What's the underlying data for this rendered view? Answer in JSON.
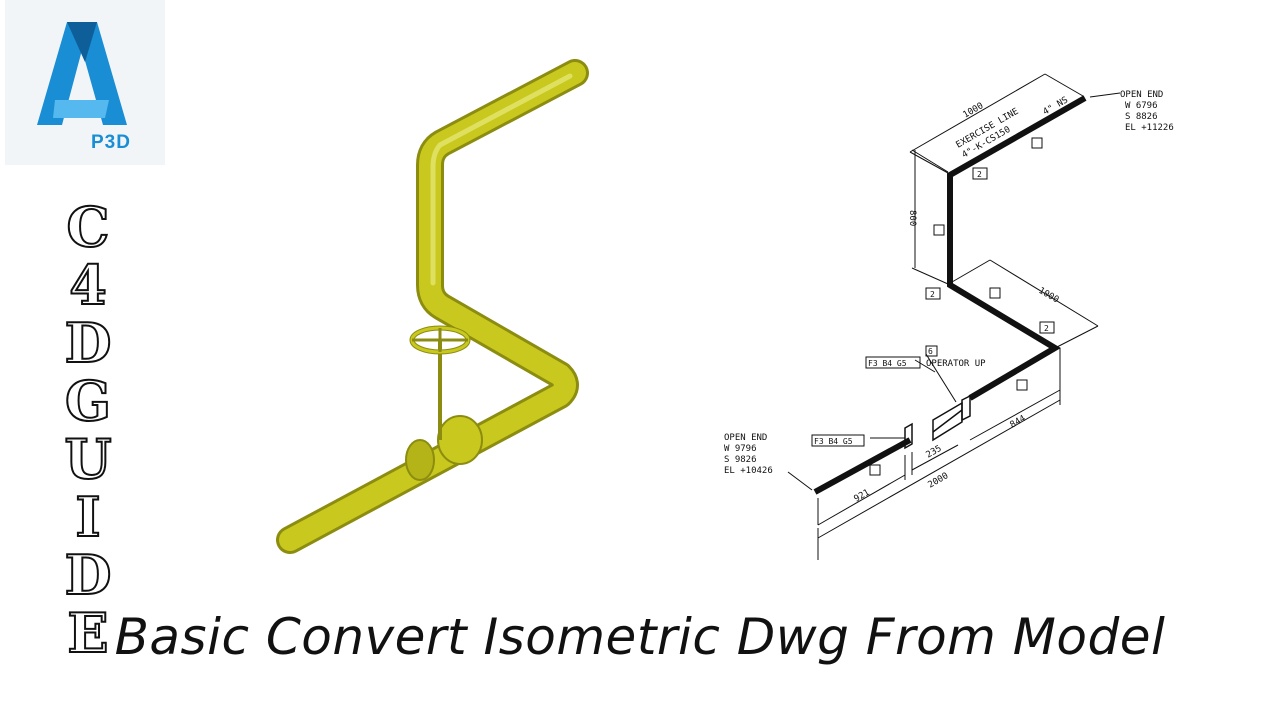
{
  "logo": {
    "text": "P3D"
  },
  "brand": {
    "letters": [
      "C",
      "4",
      "D",
      "G",
      "U",
      "I",
      "D",
      "E"
    ]
  },
  "caption": "Basic Convert Isometric Dwg From Model",
  "colors": {
    "pipe": "#c8c81e",
    "pipe_dark": "#8c8c10",
    "logo_blue": "#1a8ed4"
  },
  "iso": {
    "top_end": {
      "title": "OPEN END",
      "w": "W 6796",
      "s": "S 8826",
      "el": "EL +11226"
    },
    "bottom_end": {
      "title": "OPEN END",
      "w": "W 9796",
      "s": "S 9826",
      "el": "EL +10426"
    },
    "line_name": "EXERCISE LINE",
    "line_spec": "4\"-K-CS150",
    "size": "4\" NS",
    "dim_top": "1000",
    "dim_vertical": "800",
    "dim_middle": "1000",
    "dim_844": "844",
    "dim_235": "235",
    "dim_921": "921",
    "dim_2000": "2000",
    "flange_tag_1": "F3 B4 G5",
    "flange_tag_2": "F3 B4 G5",
    "operator": "OPERATOR UP",
    "tag_6": "6",
    "tag_2a": "2",
    "tag_2b": "2",
    "tag_2c": "2"
  }
}
